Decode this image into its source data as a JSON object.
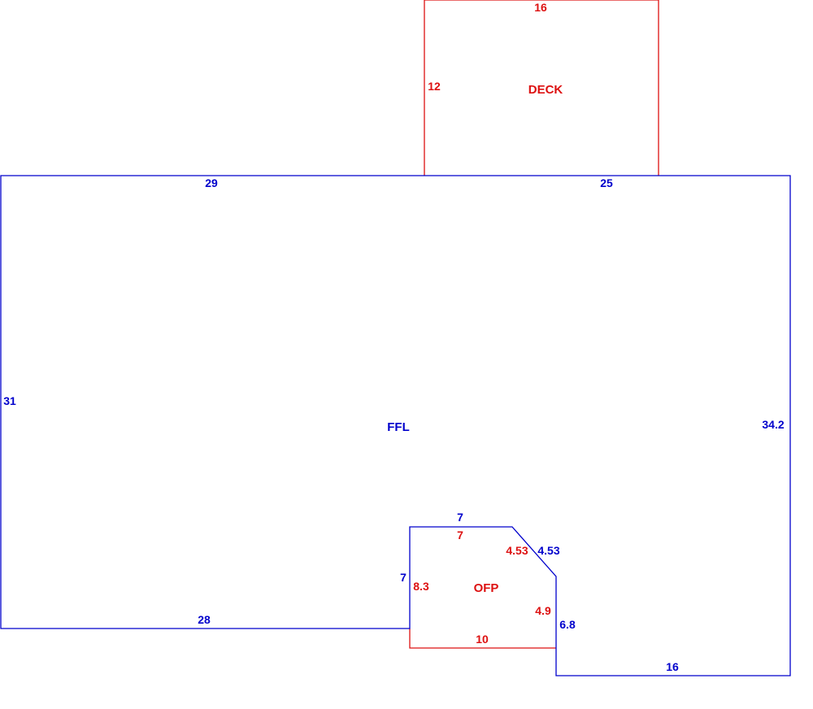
{
  "colors": {
    "blue": "#0000cc",
    "red": "#dd1111",
    "background": "#ffffff"
  },
  "areas": {
    "ffl": "FFL",
    "deck": "DECK",
    "ofp": "OFP"
  },
  "dimensions": {
    "deck_top": "16",
    "deck_left": "12",
    "ffl_top_left": "29",
    "ffl_top_right": "25",
    "ffl_left": "31",
    "ffl_right": "34.2",
    "ffl_bottom_left": "28",
    "ffl_bottom_right": "16",
    "ffl_notch_top": "7",
    "ffl_notch_diagonal": "4.53",
    "ffl_notch_left": "7",
    "ffl_notch_right": "6.8",
    "ofp_top": "7",
    "ofp_diagonal": "4.53",
    "ofp_left": "8.3",
    "ofp_right": "4.9",
    "ofp_bottom": "10"
  }
}
